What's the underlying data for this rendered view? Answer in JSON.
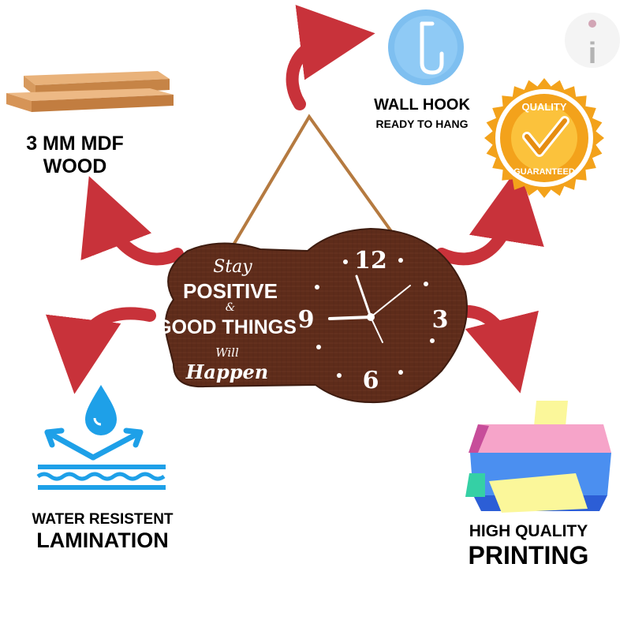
{
  "features": {
    "mdf": {
      "line1": "3 MM MDF",
      "line2": "WOOD",
      "icon": "wood-planks-icon"
    },
    "hook": {
      "title": "WALL HOOK",
      "subtitle": "READY TO HANG",
      "icon": "wall-hook-icon"
    },
    "quality": {
      "top_text": "QUALITY",
      "bottom_text": "GUARANTEED",
      "icon": "quality-badge-icon"
    },
    "water": {
      "line1": "WATER RESISTENT",
      "line2": "LAMINATION",
      "icon": "water-drop-icon"
    },
    "printing": {
      "line1": "HIGH QUALITY",
      "line2": "PRINTING",
      "icon": "printer-icon"
    }
  },
  "clock": {
    "quote": {
      "stay": "Stay",
      "positive": "POSITIVE",
      "amp": "&",
      "good_things": "GOOD THINGS",
      "will": "Will",
      "happen": "Happen"
    },
    "numerals": {
      "n12": "12",
      "n3": "3",
      "n6": "6",
      "n9": "9"
    }
  },
  "brand_logo": "i",
  "colors": {
    "arrow": "#c8323a",
    "wood": "#5e2c1a",
    "badge": "#f3a21b",
    "water": "#1ea0e8"
  }
}
